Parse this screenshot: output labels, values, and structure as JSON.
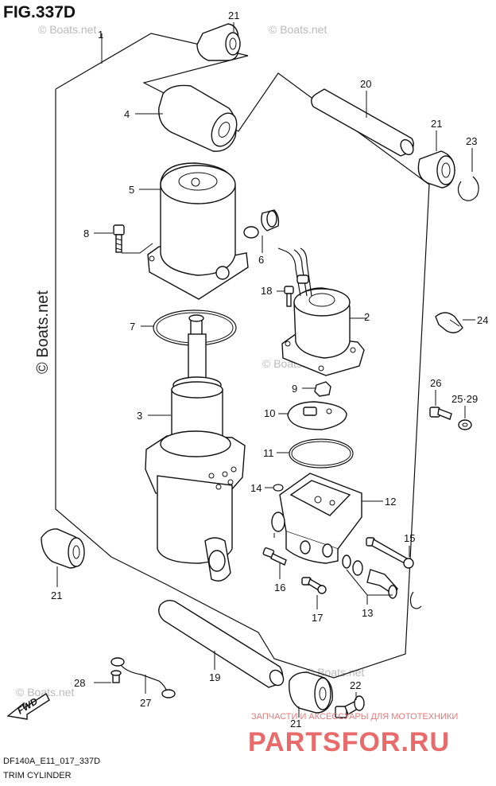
{
  "header": {
    "title": "FIG.337D"
  },
  "footer": {
    "code": "DF140A_E11_017_337D",
    "caption": "TRIM CYLINDER"
  },
  "watermarks": {
    "small": "© Boats.net",
    "large": "© Boats.net",
    "promo": "ЗАПЧАСТИ И АКСЕССУАРЫ ДЛЯ МОТОТЕХНИКИ",
    "brand": "PARTSFOR.RU"
  },
  "fwd_label": "FWD",
  "callouts": [
    {
      "id": "1",
      "text": "1"
    },
    {
      "id": "2",
      "text": "2"
    },
    {
      "id": "3",
      "text": "3"
    },
    {
      "id": "4",
      "text": "4"
    },
    {
      "id": "5",
      "text": "5"
    },
    {
      "id": "6",
      "text": "6"
    },
    {
      "id": "7",
      "text": "7"
    },
    {
      "id": "8",
      "text": "8"
    },
    {
      "id": "9",
      "text": "9"
    },
    {
      "id": "10",
      "text": "10"
    },
    {
      "id": "11",
      "text": "11"
    },
    {
      "id": "12",
      "text": "12"
    },
    {
      "id": "13",
      "text": "13"
    },
    {
      "id": "14",
      "text": "14"
    },
    {
      "id": "15",
      "text": "15"
    },
    {
      "id": "16",
      "text": "16"
    },
    {
      "id": "17",
      "text": "17"
    },
    {
      "id": "18",
      "text": "18"
    },
    {
      "id": "19",
      "text": "19"
    },
    {
      "id": "20",
      "text": "20"
    },
    {
      "id": "21a",
      "text": "21"
    },
    {
      "id": "21b",
      "text": "21"
    },
    {
      "id": "21c",
      "text": "21"
    },
    {
      "id": "21d",
      "text": "21"
    },
    {
      "id": "22",
      "text": "22"
    },
    {
      "id": "23",
      "text": "23"
    },
    {
      "id": "24",
      "text": "24"
    },
    {
      "id": "2529",
      "text": "25·29"
    },
    {
      "id": "26",
      "text": "26"
    },
    {
      "id": "27",
      "text": "27"
    },
    {
      "id": "28",
      "text": "28"
    }
  ]
}
